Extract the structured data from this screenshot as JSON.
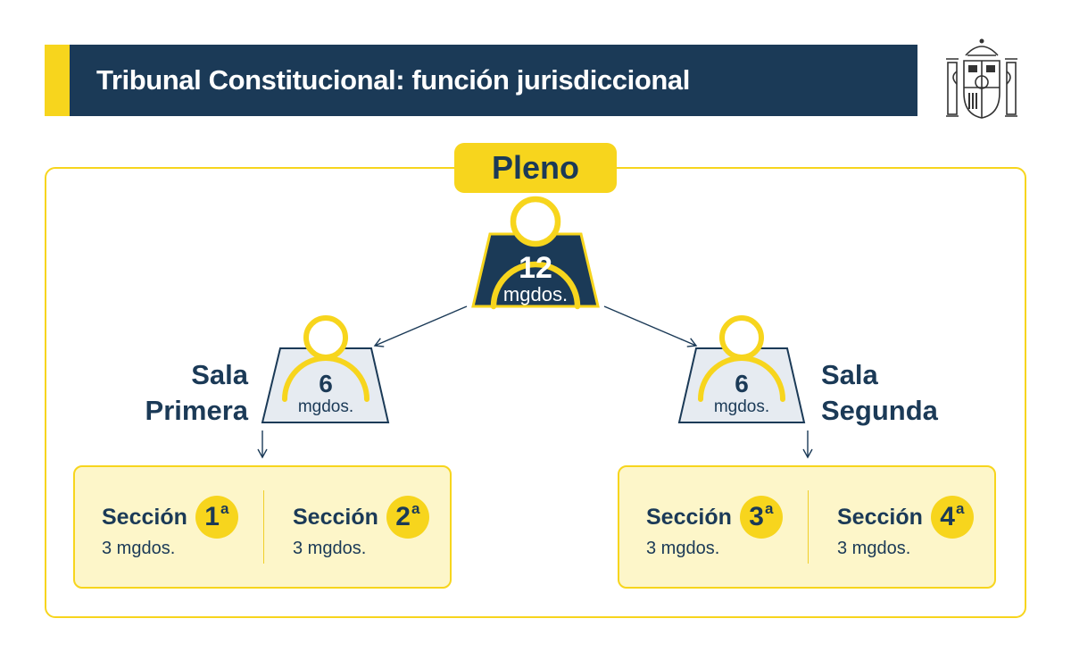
{
  "header": {
    "title": "Tribunal Constitucional: función jurisdiccional"
  },
  "colors": {
    "navy": "#1b3a57",
    "yellow": "#f7d51d",
    "panel": "#fdf6c9",
    "weight_gray": "#e6ebf1"
  },
  "pleno": {
    "label": "Pleno",
    "count": "12",
    "unit": "mgdos."
  },
  "salas": [
    {
      "label_line1": "Sala",
      "label_line2": "Primera",
      "count": "6",
      "unit": "mgdos."
    },
    {
      "label_line1": "Sala",
      "label_line2": "Segunda",
      "count": "6",
      "unit": "mgdos."
    }
  ],
  "secciones": [
    {
      "title": "Sección",
      "number": "1",
      "suffix": "a",
      "members": "3 mgdos."
    },
    {
      "title": "Sección",
      "number": "2",
      "suffix": "a",
      "members": "3 mgdos."
    },
    {
      "title": "Sección",
      "number": "3",
      "suffix": "a",
      "members": "3 mgdos."
    },
    {
      "title": "Sección",
      "number": "4",
      "suffix": "a",
      "members": "3 mgdos."
    }
  ]
}
